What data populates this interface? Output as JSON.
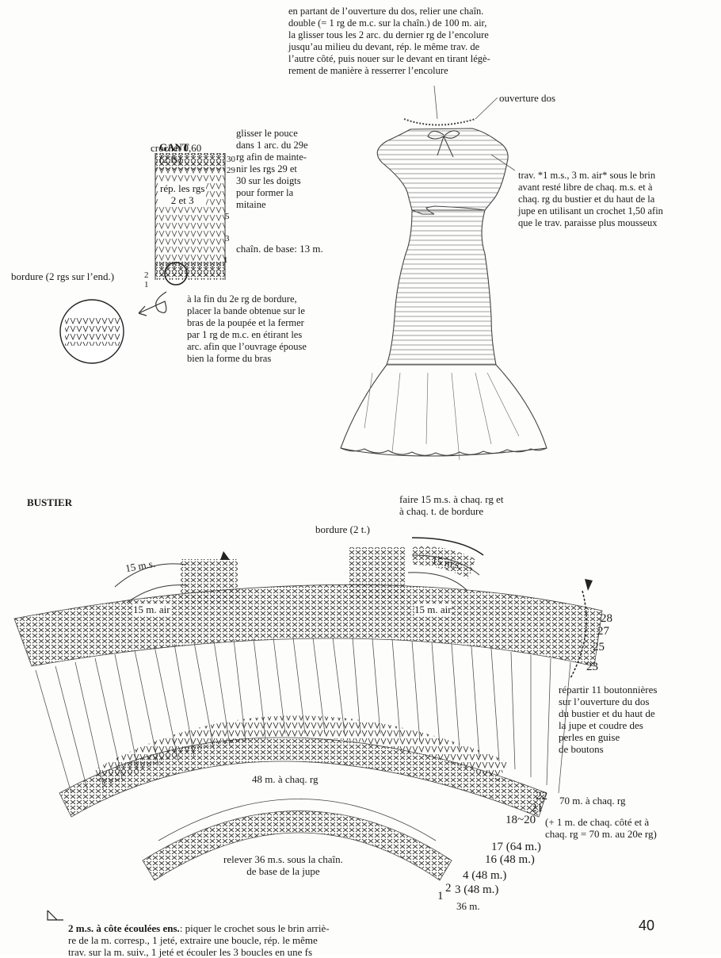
{
  "top_note": "en partant de l’ouverture du dos, relier une chaîn.\ndouble (= 1 rg de m.c. sur la chaîn.) de 100 m. air,\nla glisser tous les 2 arc. du dernier rg de l’encolure\njusqu’au milieu du devant, rép. le même trav. de\nl’autre côté, puis nouer sur le devant en tirant légè-\nrement de manière à resserrer l’encolure",
  "dress": {
    "back_opening": "ouverture dos",
    "note": "trav. *1 m.s., 3 m. air* sous le brin\navant resté libre de chaq. m.s. et à\nchaq. rg du bustier et du haut de la\njupe en utilisant un crochet 1,50 afin\nque le trav. paraisse plus mousseux"
  },
  "gant": {
    "title": "GANT",
    "qty": "(2 fs)",
    "hook": "crochet 0,60",
    "thumb_note": "glisser le pouce\ndans 1 arc. du 29e\nrg afin de mainte-\nnir les rgs 29 et\n30 sur les doigts\npour former la\nmitaine",
    "repeat": "rép. les rgs\n2 et 3",
    "foundation": "chaîn. de base: 13 m.",
    "border": "bordure (2 rgs sur l’end.)",
    "finish_note": "à la fin du 2e rg de bordure,\nplacer la bande obtenue sur le\nbras de la poupée et la fermer\npar 1 rg de m.c. en étirant les\narc. afin que l’ouvrage épouse\nbien la forme du bras",
    "rows": [
      "30",
      "29",
      "5",
      "3",
      "1",
      "2",
      "1"
    ]
  },
  "bustier": {
    "title": "BUSTIER",
    "border_sc": "faire 15 m.s. à chaq. rg et\nà chaq. t. de bordure",
    "border_turns": "bordure (2 t.)",
    "sc15": "15 m.s.",
    "air15": "15 m. air",
    "buttonholes": "répartir 11 boutonnières\nsur l’ouverture du dos\ndu bustier et du haut de\nla jupe et coudre des\nperles en guise\nde boutons",
    "m48": "48 m. à chaq. rg",
    "m70": "70 m. à chaq. rg",
    "inc_note": "(+ 1 m. de chaq. côté et à\nchaq. rg = 70 m. au 20e rg)",
    "relever": "relever 36 m.s. sous la chaîn.\nde base de la jupe",
    "rows": {
      "r28": "28",
      "r27": "27",
      "r25": "25",
      "r23": "23",
      "r22": "22",
      "r21": "21",
      "r18_20": "18~20",
      "r17": "17 (64 m.)",
      "r16": "16 (48 m.)",
      "r4": "4 (48 m.)",
      "r3": "3 (48 m.)",
      "r2": "2",
      "r1": "1",
      "m36": "36 m."
    }
  },
  "legend": {
    "title": "2 m.s. à côte écoulées ens.",
    "text": ": piquer le crochet sous le brin arriè-\nre de la m. corresp., 1 jeté, extraire une boucle, rép. le même\ntrav. sur la m. suiv., 1 jeté et écouler les 3 boucles en une fs"
  },
  "page_number": "40"
}
